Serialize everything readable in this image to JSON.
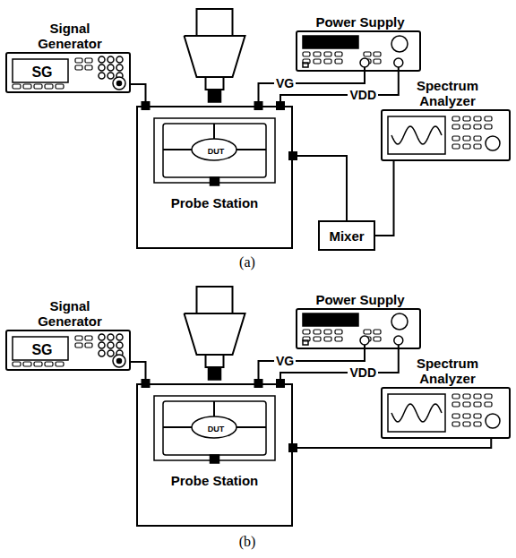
{
  "diagram": {
    "nodes": [
      {
        "text": [
          "Signal Generator",
          "SG"
        ]
      },
      {
        "text": [
          "Power Supply"
        ]
      },
      {
        "text": [
          "Probe Station"
        ]
      },
      {
        "text": [
          "DUT"
        ],
        "in": 2
      },
      {
        "text": [
          "Spectrum Analyzer"
        ]
      },
      {
        "text": [
          "Mixer"
        ]
      },
      {
        "text": [
          "Signal Generator",
          "SG"
        ]
      },
      {
        "text": [
          "Power Supply"
        ]
      },
      {
        "text": [
          "Probe Station"
        ]
      },
      {
        "text": [
          "DUT"
        ],
        "in": 8
      },
      {
        "text": [
          "Spectrum Analyzer"
        ]
      }
    ],
    "edges": [
      {
        "from": 0,
        "to": 2,
        "arrow": "none"
      },
      {
        "from": 1,
        "to": 2,
        "label": "VG",
        "arrow": "none"
      },
      {
        "from": 1,
        "to": 2,
        "label": "VDD",
        "arrow": "none"
      },
      {
        "from": 2,
        "to": 5,
        "arrow": "none"
      },
      {
        "from": 5,
        "to": 4,
        "arrow": "none"
      },
      {
        "from": 6,
        "to": 8,
        "arrow": "none"
      },
      {
        "from": 7,
        "to": 8,
        "label": "VG",
        "arrow": "none"
      },
      {
        "from": 7,
        "to": 8,
        "label": "VDD",
        "arrow": "none"
      },
      {
        "from": 8,
        "to": 10,
        "arrow": "none"
      }
    ],
    "labels": [
      "(a)",
      "(b)"
    ]
  }
}
